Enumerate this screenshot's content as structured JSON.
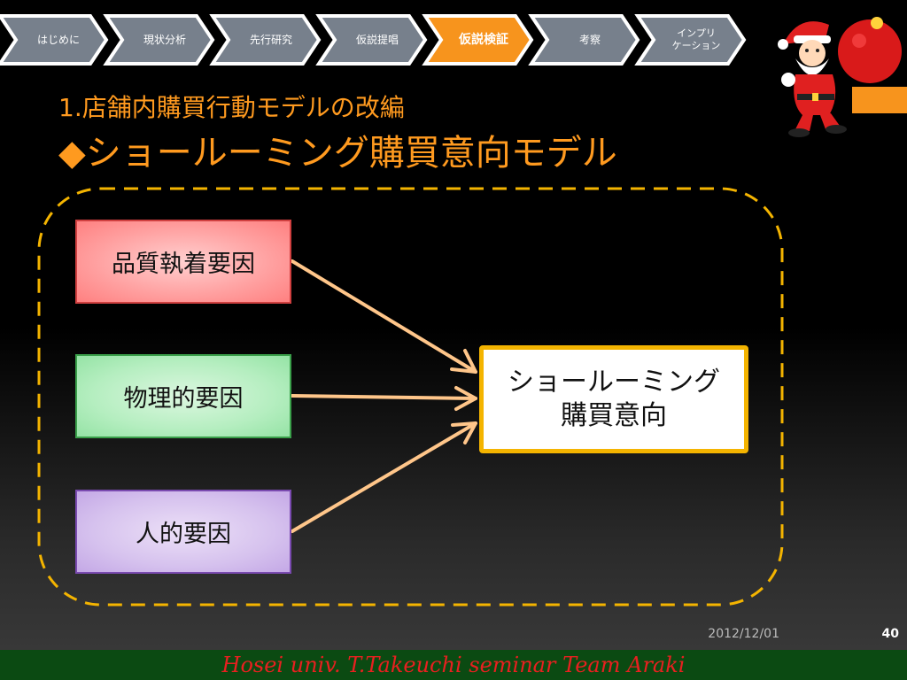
{
  "nav": {
    "steps": [
      {
        "label": "はじめに",
        "active": false
      },
      {
        "label": "現状分析",
        "active": false
      },
      {
        "label": "先行研究",
        "active": false
      },
      {
        "label": "仮説提唱",
        "active": false
      },
      {
        "label": "仮説検証",
        "active": true
      },
      {
        "label": "考察",
        "active": false
      },
      {
        "label": "インプリ\nケーション",
        "active": false
      }
    ]
  },
  "heading": {
    "subtitle": "1.店舗内購買行動モデルの改編",
    "title": "◆ショールーミング購買意向モデル"
  },
  "diagram": {
    "factors": [
      "品質執着要因",
      "物理的要因",
      "人的要因"
    ],
    "target_line1": "ショールーミング",
    "target_line2": "購買意向"
  },
  "footer": {
    "date": "2012/12/01",
    "page": "40",
    "credit": "Hosei univ. T.Takeuchi seminar Team Araki"
  },
  "colors": {
    "accent": "#ff9a1f",
    "nav_active": "#f7941d",
    "nav_inactive": "#77808c",
    "target_border": "#f4b400",
    "footer_bg": "#0b4a12",
    "footer_text": "#e82020"
  }
}
